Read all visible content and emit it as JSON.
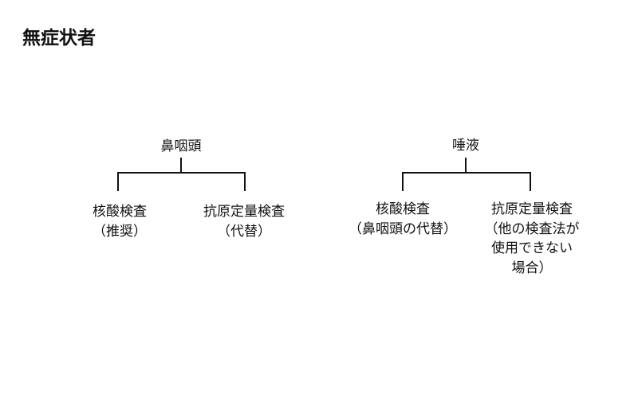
{
  "title": "無症状者",
  "trees": [
    {
      "root": "鼻咽頭",
      "children": [
        {
          "lines": [
            "核酸検査",
            "（推奨）"
          ]
        },
        {
          "lines": [
            "抗原定量検査",
            "（代替）"
          ]
        }
      ]
    },
    {
      "root": "唾液",
      "children": [
        {
          "lines": [
            "核酸検査",
            "（鼻咽頭の代替）"
          ]
        },
        {
          "lines": [
            "抗原定量検査",
            "（他の検査法が",
            "使用できない",
            "場合）"
          ]
        }
      ]
    }
  ]
}
